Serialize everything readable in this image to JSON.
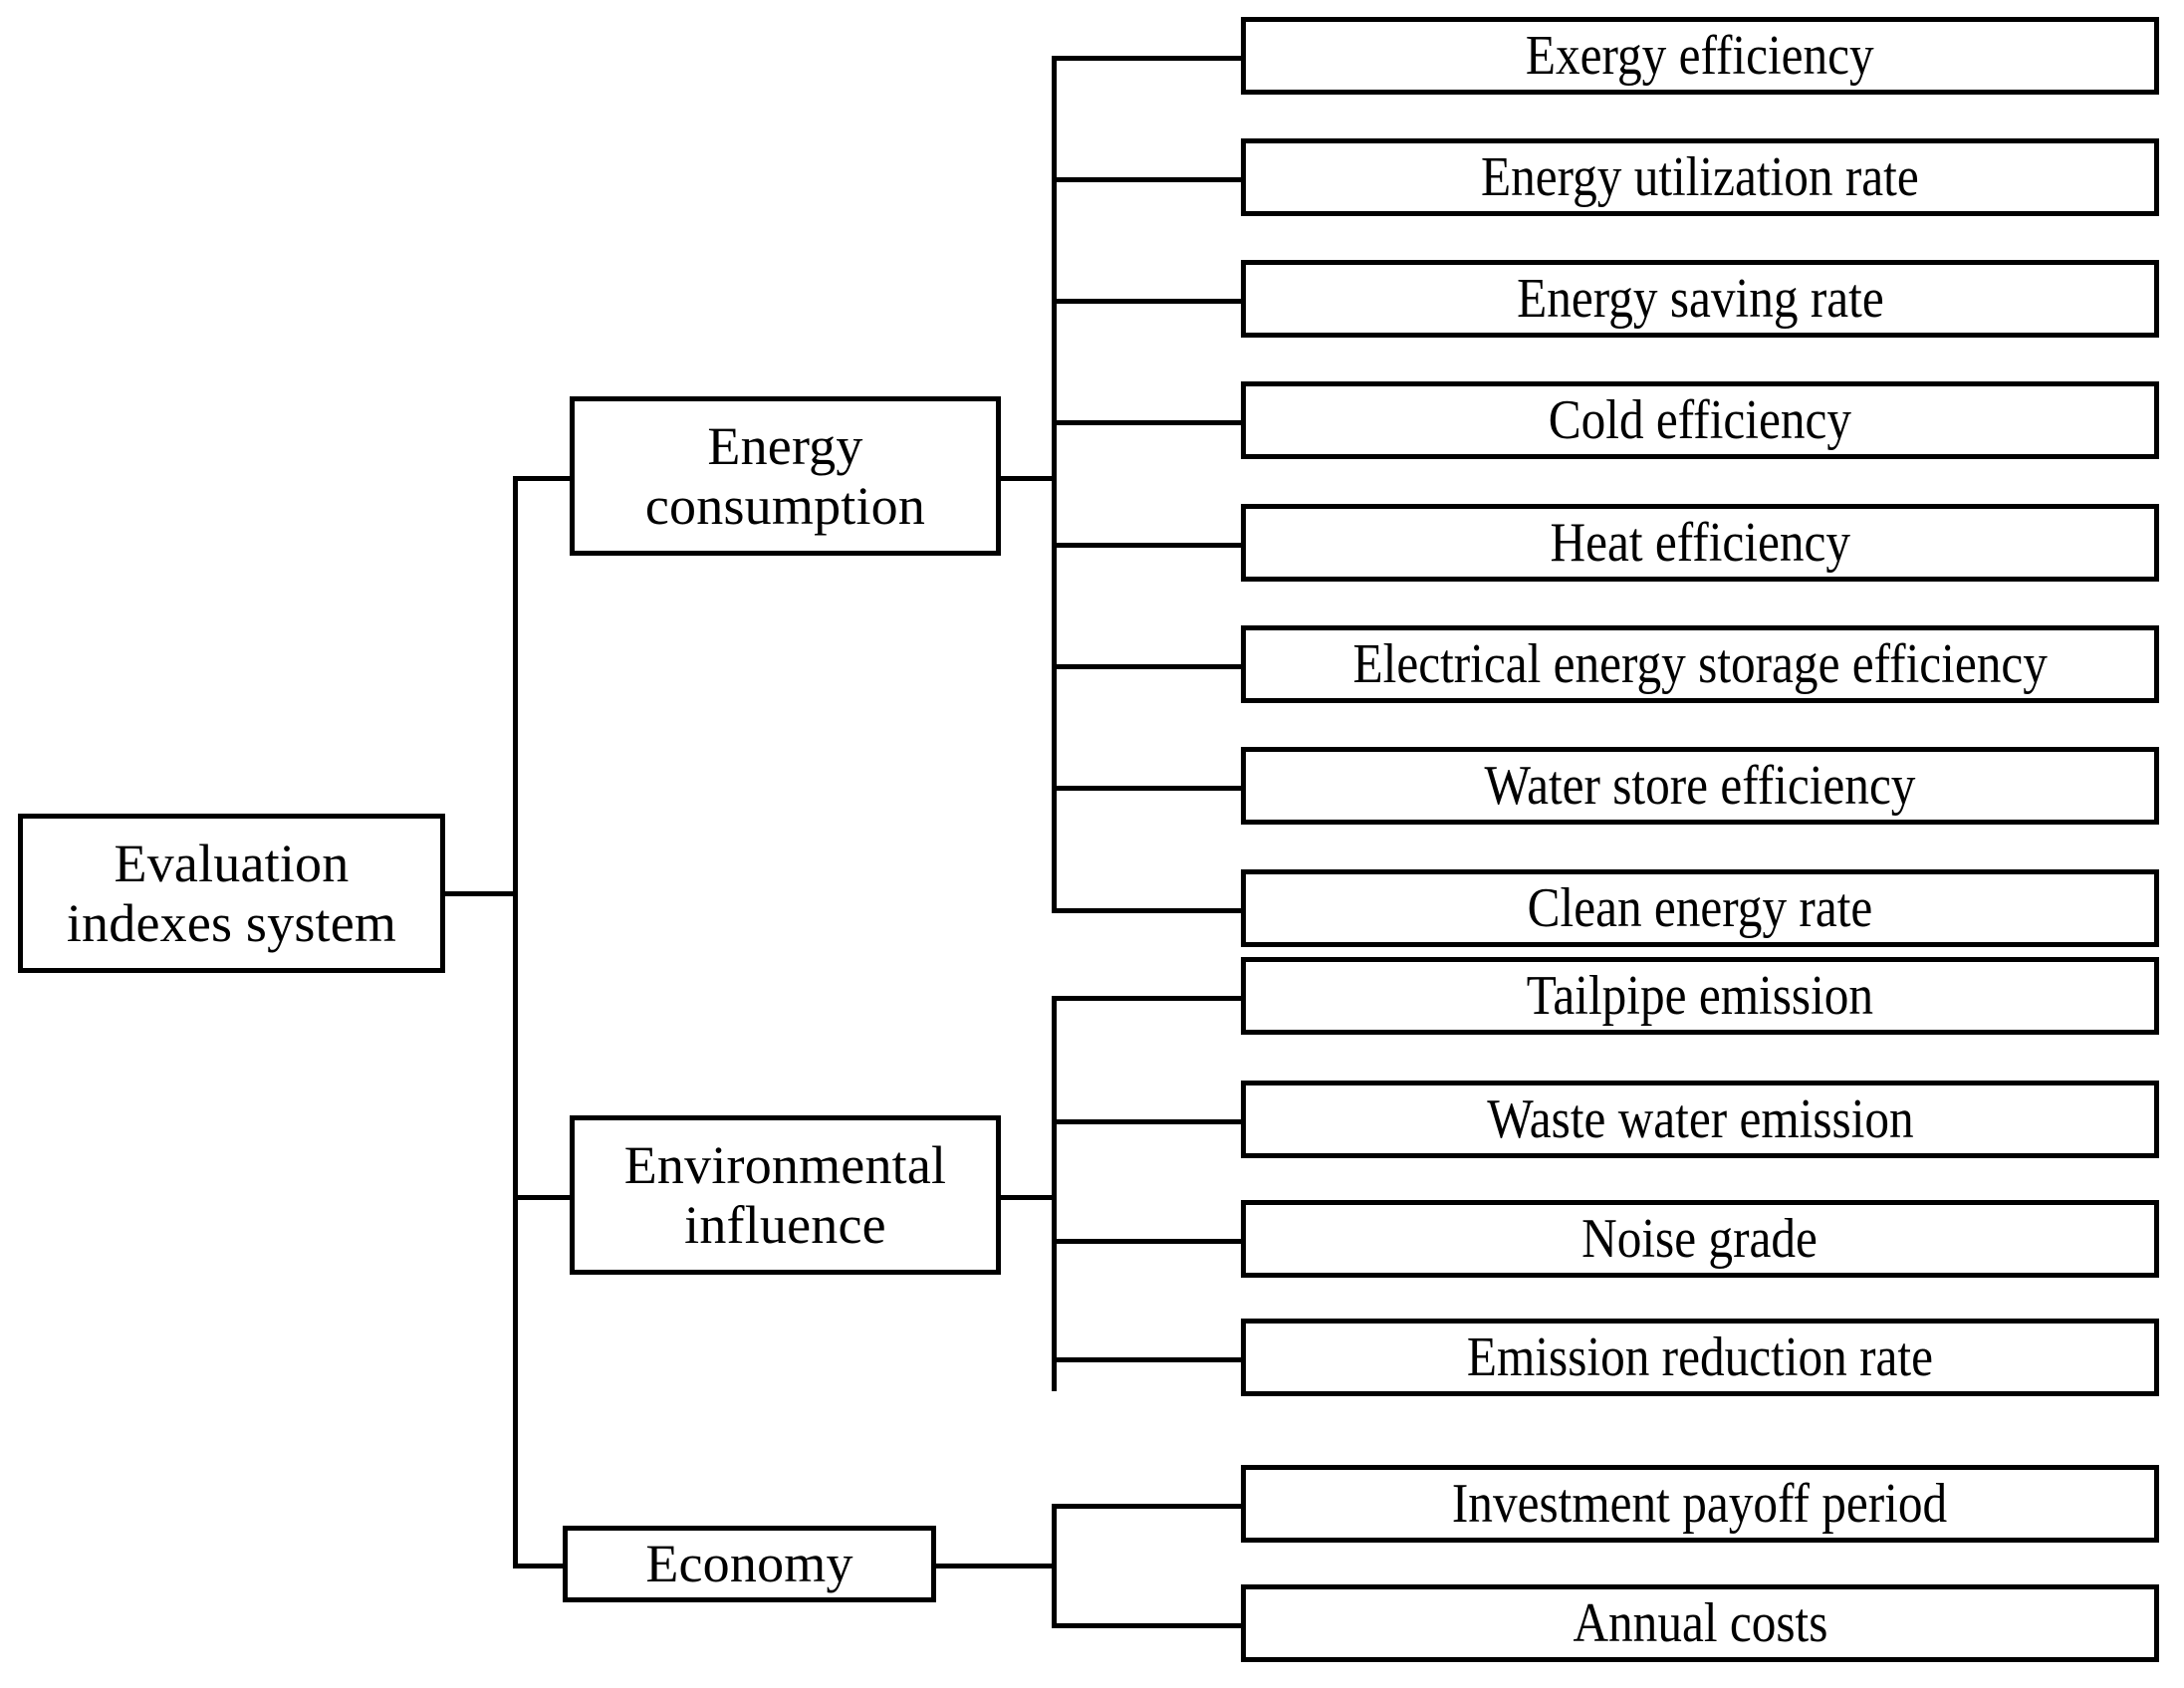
{
  "diagram": {
    "title": "Evaluation indexes system",
    "type": "hierarchy-tree",
    "orientation": "left-to-right",
    "box_fill": "#ffffff",
    "box_stroke": "#000000",
    "background": "#ffffff"
  },
  "root": {
    "label": "Evaluation\nindexes system",
    "line1": "Evaluation",
    "line2": "indexes system"
  },
  "branches": [
    {
      "id": "energy-consumption",
      "label": "Energy\nconsumption",
      "line1": "Energy",
      "line2": "consumption",
      "children": [
        {
          "label": "Exergy efficiency"
        },
        {
          "label": "Energy utilization rate"
        },
        {
          "label": "Energy saving rate"
        },
        {
          "label": "Cold efficiency"
        },
        {
          "label": "Heat efficiency"
        },
        {
          "label": "Electrical energy storage efficiency"
        },
        {
          "label": "Water store efficiency"
        },
        {
          "label": "Clean energy rate"
        }
      ]
    },
    {
      "id": "environmental-influence",
      "label": "Environmental\ninfluence",
      "line1": "Environmental",
      "line2": "influence",
      "children": [
        {
          "label": "Tailpipe emission"
        },
        {
          "label": "Waste water emission"
        },
        {
          "label": "Noise grade"
        },
        {
          "label": "Emission reduction rate"
        }
      ]
    },
    {
      "id": "economy",
      "label": "Economy",
      "line1": "Economy",
      "line2": "",
      "children": [
        {
          "label": "Investment payoff period"
        },
        {
          "label": "Annual costs"
        }
      ]
    }
  ]
}
